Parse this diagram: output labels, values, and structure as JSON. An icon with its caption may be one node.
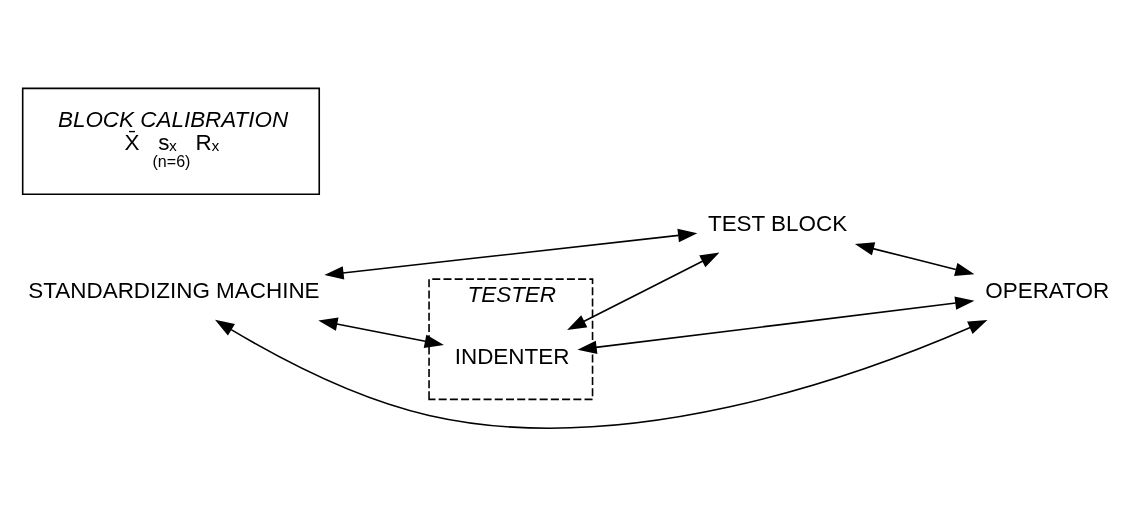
{
  "diagram": {
    "nodes": [
      {
        "text": [
          "TESTER"
        ]
      },
      {
        "text": [
          "STANDARDIZING MACHINE"
        ]
      },
      {
        "text": [
          "INDENTER"
        ],
        "in": 0
      },
      {
        "text": [
          "TEST BLOCK"
        ]
      },
      {
        "text": [
          "OPERATOR"
        ]
      },
      {
        "text": [
          "BLOCK CALIBRATION",
          "X̄   sₓ   Rₓ",
          "(n=6)"
        ]
      }
    ],
    "edges": [
      {
        "from": 1,
        "to": 2,
        "arrow": "both"
      },
      {
        "from": 1,
        "to": 3,
        "arrow": "both"
      },
      {
        "from": 1,
        "to": 4,
        "arrow": "both"
      },
      {
        "from": 2,
        "to": 3,
        "arrow": "both"
      },
      {
        "from": 2,
        "to": 4,
        "arrow": "both"
      },
      {
        "from": 3,
        "to": 4,
        "arrow": "both"
      }
    ]
  }
}
